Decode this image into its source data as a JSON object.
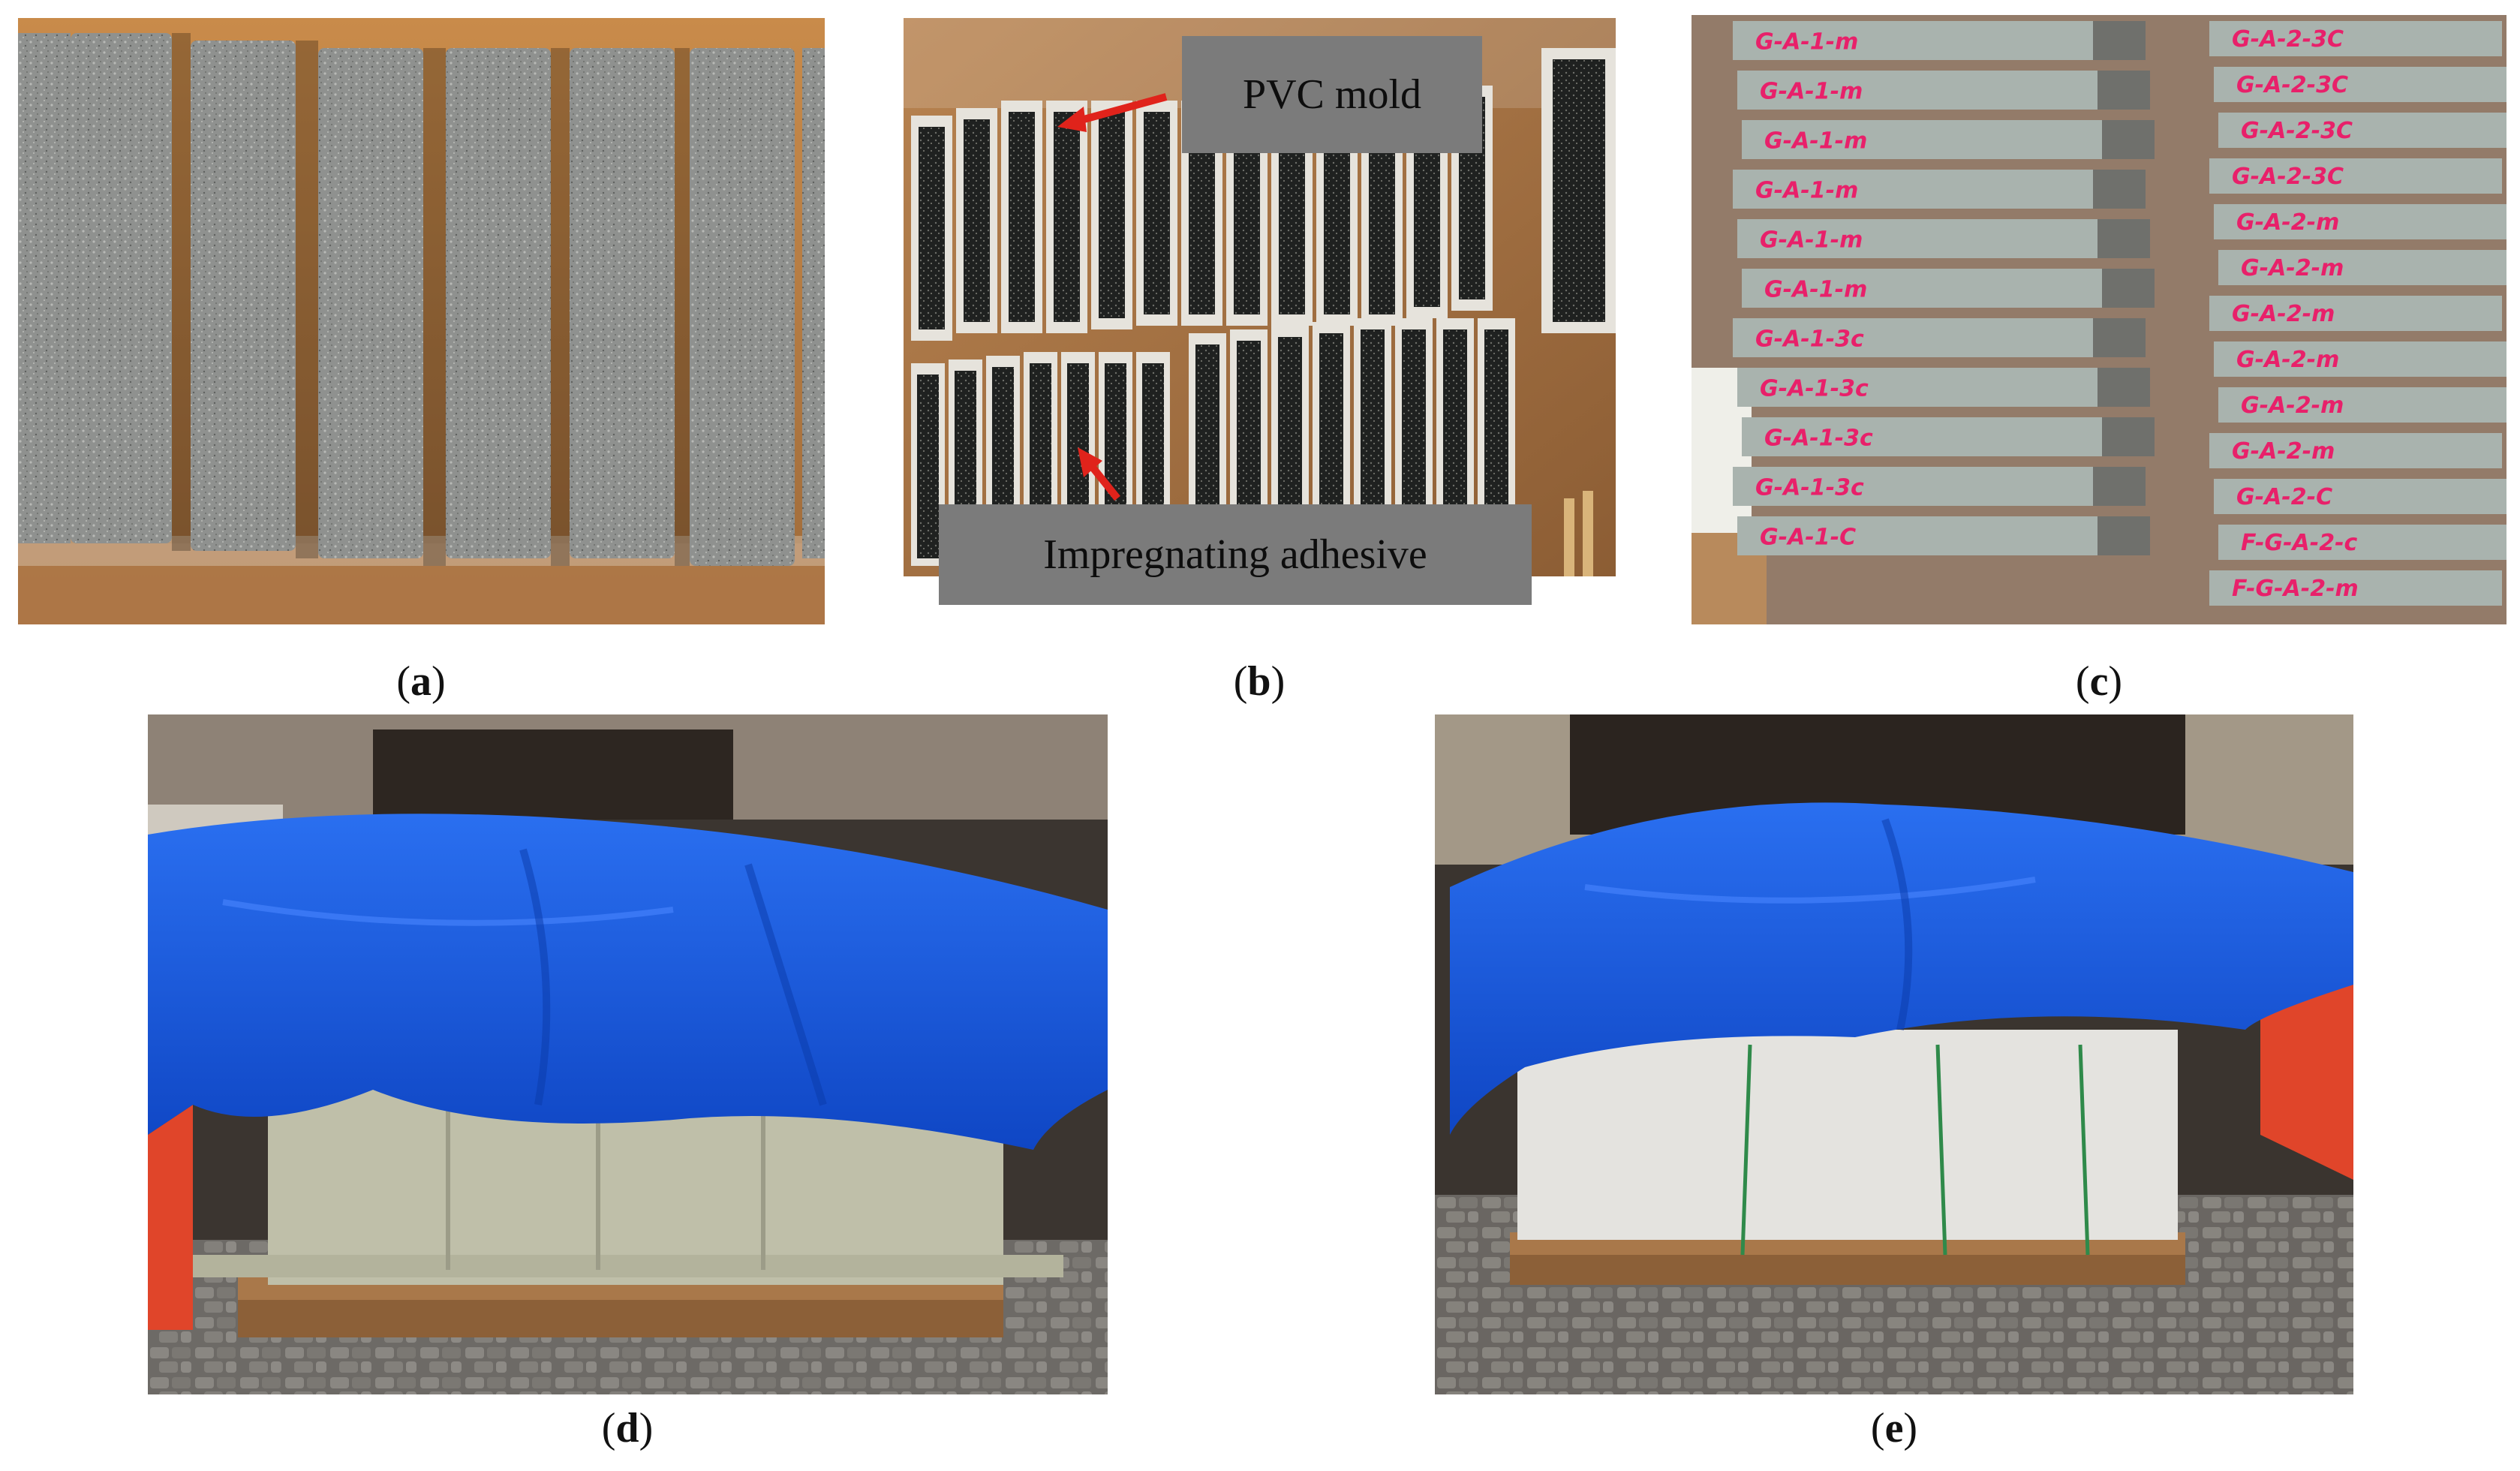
{
  "figure": {
    "panels": [
      {
        "id": "a",
        "caption": "a"
      },
      {
        "id": "b",
        "caption": "b"
      },
      {
        "id": "c",
        "caption": "c"
      },
      {
        "id": "d",
        "caption": "d"
      },
      {
        "id": "e",
        "caption": "e"
      }
    ],
    "callouts": {
      "pvc_mold": "PVC mold",
      "impregnating_adhesive": "Impregnating adhesive"
    },
    "specimen_labels_left": [
      "G-A-1-m",
      "G-A-1-m",
      "G-A-1-m",
      "G-A-1-m",
      "G-A-1-m",
      "G-A-1-m",
      "G-A-1-3c",
      "G-A-1-3c",
      "G-A-1-3c",
      "G-A-1-3c",
      "G-A-1-C"
    ],
    "specimen_labels_right": [
      "G-A-2-3C",
      "G-A-2-3C",
      "G-A-2-3C",
      "G-A-2-3C",
      "G-A-2-m",
      "G-A-2-m",
      "G-A-2-m",
      "G-A-2-m",
      "G-A-2-m",
      "G-A-2-m",
      "G-A-2-C",
      "F-G-A-2-c",
      "F-G-A-2-m"
    ],
    "colors": {
      "tarp_blue": "#1556d8",
      "tarp_orange": "#e0452a",
      "concrete": "#8d8f8e",
      "wood": "#b98552",
      "label_pink": "#e8206a",
      "callout_bg": "#7b7b7b",
      "arrow_red": "#e0231b"
    }
  }
}
